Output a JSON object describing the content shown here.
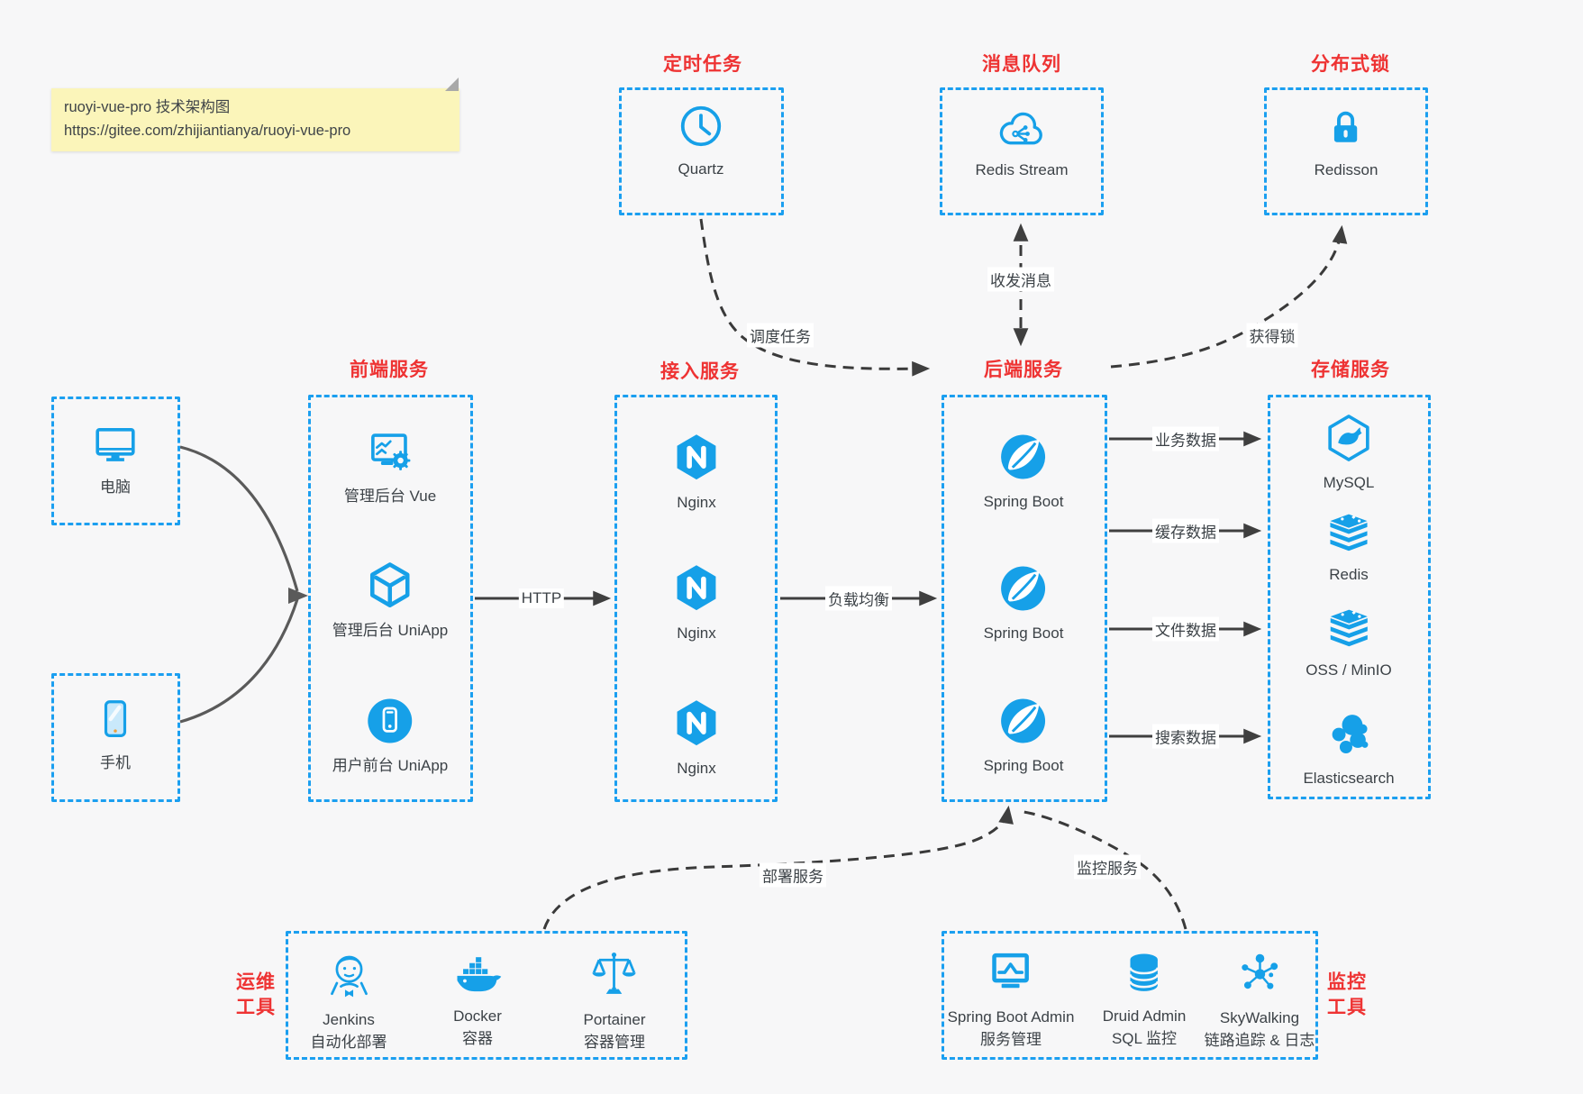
{
  "colors": {
    "canvas_bg": "#f7f7f8",
    "box_border_blue": "#1b9ff0",
    "icon_blue": "#16a0e8",
    "title_red": "#ee3333",
    "connector_dark": "#3f3f3f",
    "note_bg": "#fbf5ba"
  },
  "note": {
    "line1": "ruoyi-vue-pro 技术架构图",
    "line2": "https://gitee.com/zhijiantianya/ruoyi-vue-pro"
  },
  "top_groups": [
    {
      "title": "定时任务",
      "item": {
        "icon": "clock-icon",
        "label": "Quartz"
      }
    },
    {
      "title": "消息队列",
      "item": {
        "icon": "mq-cloud-icon",
        "label": "Redis Stream"
      }
    },
    {
      "title": "分布式锁",
      "item": {
        "icon": "lock-icon",
        "label": "Redisson"
      }
    }
  ],
  "clients": [
    {
      "icon": "desktop-icon",
      "label": "电脑"
    },
    {
      "icon": "smartphone-icon",
      "label": "手机"
    }
  ],
  "columns": [
    {
      "title": "前端服务",
      "items": [
        {
          "icon": "admin-vue-icon",
          "label": "管理后台 Vue"
        },
        {
          "icon": "uniapp-cube-icon",
          "label": "管理后台 UniApp"
        },
        {
          "icon": "user-app-icon",
          "label": "用户前台 UniApp"
        }
      ]
    },
    {
      "title": "接入服务",
      "items": [
        {
          "icon": "nginx-icon",
          "label": "Nginx"
        },
        {
          "icon": "nginx-icon",
          "label": "Nginx"
        },
        {
          "icon": "nginx-icon",
          "label": "Nginx"
        }
      ]
    },
    {
      "title": "后端服务",
      "items": [
        {
          "icon": "spring-boot-icon",
          "label": "Spring Boot"
        },
        {
          "icon": "spring-boot-icon",
          "label": "Spring Boot"
        },
        {
          "icon": "spring-boot-icon",
          "label": "Spring Boot"
        }
      ]
    },
    {
      "title": "存储服务",
      "items": [
        {
          "icon": "mysql-icon",
          "label": "MySQL"
        },
        {
          "icon": "redis-icon",
          "label": "Redis"
        },
        {
          "icon": "oss-icon",
          "label": "OSS / MinIO"
        },
        {
          "icon": "elasticsearch-icon",
          "label": "Elasticsearch"
        }
      ]
    }
  ],
  "bottom_groups": [
    {
      "title_line1": "运维",
      "title_line2": "工具",
      "items": [
        {
          "icon": "jenkins-icon",
          "label": "Jenkins",
          "sublabel": "自动化部署"
        },
        {
          "icon": "docker-icon",
          "label": "Docker",
          "sublabel": "容器"
        },
        {
          "icon": "portainer-icon",
          "label": "Portainer",
          "sublabel": "容器管理"
        }
      ]
    },
    {
      "title_line1": "监控",
      "title_line2": "工具",
      "items": [
        {
          "icon": "spring-boot-admin-icon",
          "label": "Spring Boot Admin",
          "sublabel": "服务管理"
        },
        {
          "icon": "druid-icon",
          "label": "Druid Admin",
          "sublabel": "SQL 监控"
        },
        {
          "icon": "skywalking-icon",
          "label": "SkyWalking",
          "sublabel": "链路追踪 & 日志"
        }
      ]
    }
  ],
  "edges": {
    "http": "HTTP",
    "load_balance": "负载均衡",
    "schedule": "调度任务",
    "message": "收发消息",
    "lock": "获得锁",
    "business": "业务数据",
    "cache": "缓存数据",
    "file": "文件数据",
    "search": "搜索数据",
    "deploy": "部署服务",
    "monitor": "监控服务"
  }
}
